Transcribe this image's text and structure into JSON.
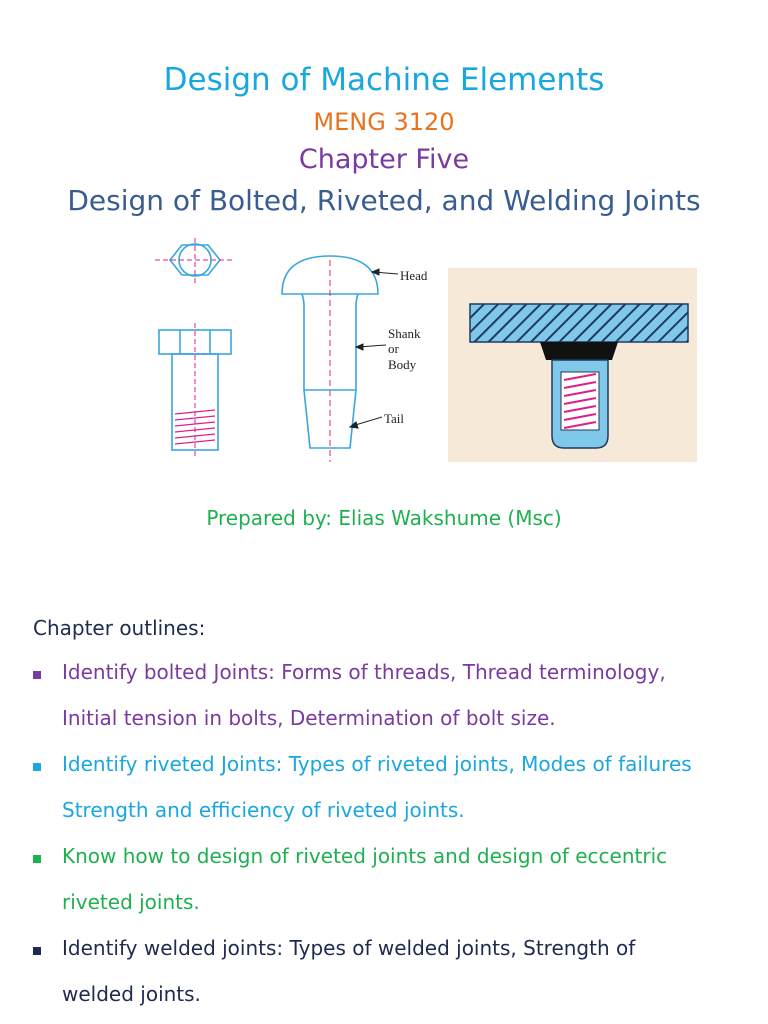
{
  "header": {
    "title": "Design of Machine Elements",
    "course_code": "MENG 3120",
    "chapter": "Chapter Five",
    "subtitle": "Design of Bolted, Riveted, and Welding Joints"
  },
  "figure": {
    "labels": {
      "head": "Head",
      "shank": "Shank",
      "or": "or",
      "body": "Body",
      "tail": "Tail"
    },
    "colors": {
      "outline": "#3aa6df",
      "thread": "#e0208a",
      "centerline": "#e0208a",
      "panel": "#f7e9d8",
      "plate": "#7fc8ea"
    }
  },
  "prepared_by": "Prepared by: Elias Wakshume (Msc)",
  "outline": {
    "title": "Chapter outlines:",
    "items": [
      {
        "line1": "Identify bolted Joints: Forms of threads, Thread terminology,",
        "line2": "Initial tension in bolts, Determination of bolt size.",
        "color": "#7a3aa0"
      },
      {
        "line1": "Identify riveted Joints: Types of riveted joints, Modes of failures",
        "line2": "Strength and efficiency of riveted joints.",
        "color": "#1aa7e0"
      },
      {
        "line1": "Know how to design of riveted joints and design of eccentric",
        "line2": "riveted joints.",
        "color": "#1fb050"
      },
      {
        "line1": "Identify  welded joints: Types of welded joints, Strength of",
        "line2": "welded joints.",
        "color": "#1f2a50"
      }
    ]
  }
}
